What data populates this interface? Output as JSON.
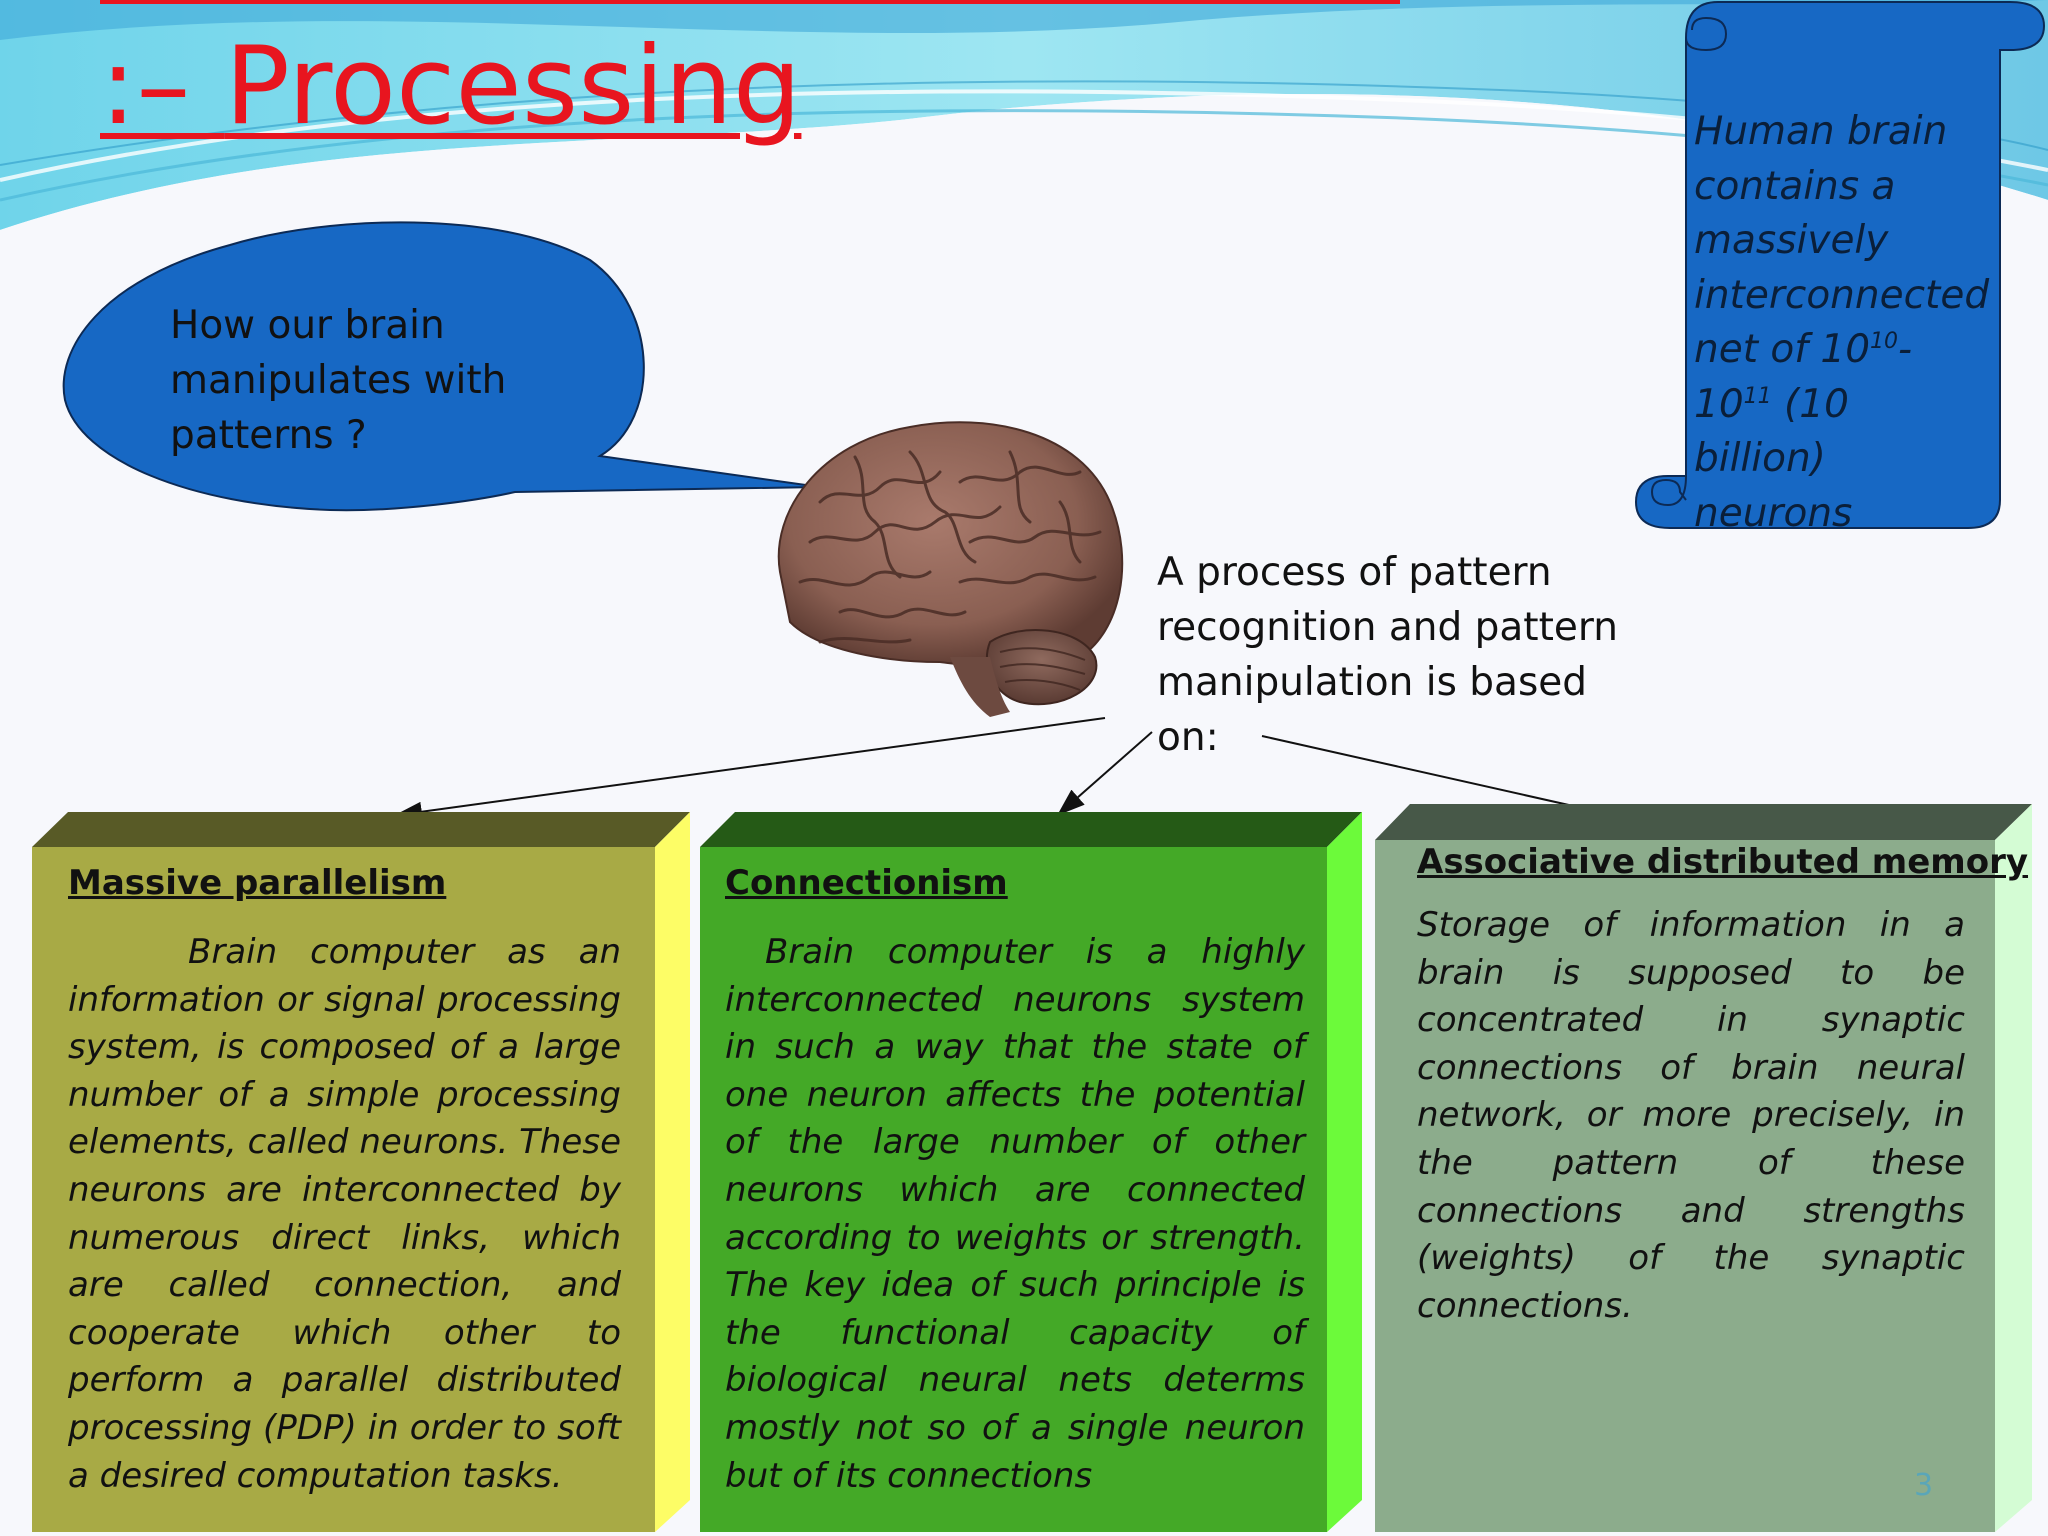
{
  "title": {
    "prefix": ":– ",
    "text": "Processing"
  },
  "bubble": {
    "text": "How our brain manipulates with patterns ?"
  },
  "scroll": {
    "text_before": "Human brain contains a massively interconnected net of 10",
    "sup1": "10",
    "dash": "-10",
    "sup2": "11",
    "text_after": " (10 billion) neurons"
  },
  "process": {
    "text": "A process of pattern recognition and pattern manipulation is based on:"
  },
  "boxes": [
    {
      "heading": "Massive parallelism",
      "body": "Brain computer as an information or signal processing system, is composed of a large number of a simple processing elements, called neurons. These neurons are interconnected by numerous direct links,  which are called connection, and cooperate which other to perform a parallel distributed processing (PDP) in order to soft a desired computation tasks."
    },
    {
      "heading": "Connectionism",
      "body": "Brain computer is a highly interconnected neurons system in such a way that the state of one neuron affects the potential of the large number of other neurons which are connected according to weights or strength. The key idea of such principle is the functional capacity of biological neural nets determs mostly not so of a single neuron but of its connections"
    },
    {
      "heading": "Associative distributed memory",
      "body": "Storage of information in a brain is supposed to be concentrated in synaptic connections of brain neural network, or more precisely, in the pattern of these connections and strengths (weights) of the synaptic connections."
    }
  ],
  "page_number": "3",
  "colors": {
    "title": "#e8151f",
    "bubble": "#1768c4",
    "scroll": "#1768c4",
    "box1_front": "#a8aa45",
    "box1_top": "#585a26",
    "box1_side": "#fdfd66",
    "box2_front": "#44a927",
    "box2_top": "#255a16",
    "box2_side": "#6cfa3a",
    "box3_front": "#8cac8c",
    "box3_top": "#475848",
    "box3_side": "#d4fcd4"
  }
}
